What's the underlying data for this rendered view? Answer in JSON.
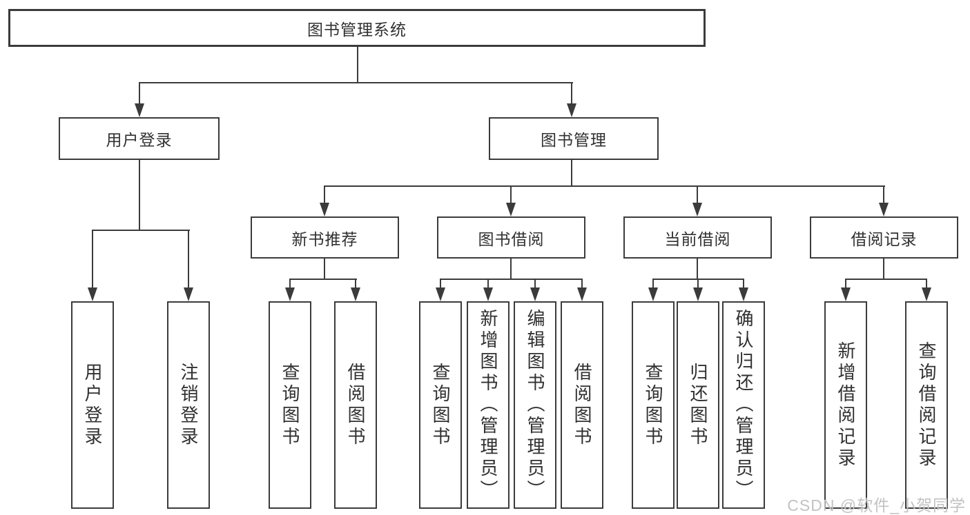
{
  "diagram_title": "图书管理系统",
  "nodes": {
    "root": {
      "label": "图书管理系统"
    },
    "level2": [
      {
        "label": "用户登录",
        "parent": "图书管理系统"
      },
      {
        "label": "图书管理",
        "parent": "图书管理系统"
      }
    ],
    "level3": [
      {
        "label": "新书推荐",
        "parent": "图书管理"
      },
      {
        "label": "图书借阅",
        "parent": "图书管理"
      },
      {
        "label": "当前借阅",
        "parent": "图书管理"
      },
      {
        "label": "借阅记录",
        "parent": "图书管理"
      }
    ],
    "leaves": [
      {
        "label": "用户登录",
        "parent": "用户登录"
      },
      {
        "label": "注销登录",
        "parent": "用户登录"
      },
      {
        "label": "查询图书",
        "parent": "新书推荐"
      },
      {
        "label": "借阅图书",
        "parent": "新书推荐"
      },
      {
        "label": "查询图书",
        "parent": "图书借阅"
      },
      {
        "label": "新增图书（管理员）",
        "parent": "图书借阅"
      },
      {
        "label": "编辑图书（管理员）",
        "parent": "图书借阅"
      },
      {
        "label": "借阅图书",
        "parent": "图书借阅"
      },
      {
        "label": "查询图书",
        "parent": "当前借阅"
      },
      {
        "label": "归还图书",
        "parent": "当前借阅"
      },
      {
        "label": "确认归还（管理员）",
        "parent": "当前借阅"
      },
      {
        "label": "新增借阅记录",
        "parent": "借阅记录"
      },
      {
        "label": "查询借阅记录",
        "parent": "借阅记录"
      }
    ]
  },
  "watermark": "CSDN @软件_小贺同学",
  "colors": {
    "line": "#3b3b3b",
    "text": "#303030",
    "background": "#ffffff",
    "watermark": "#c2c2c2"
  }
}
